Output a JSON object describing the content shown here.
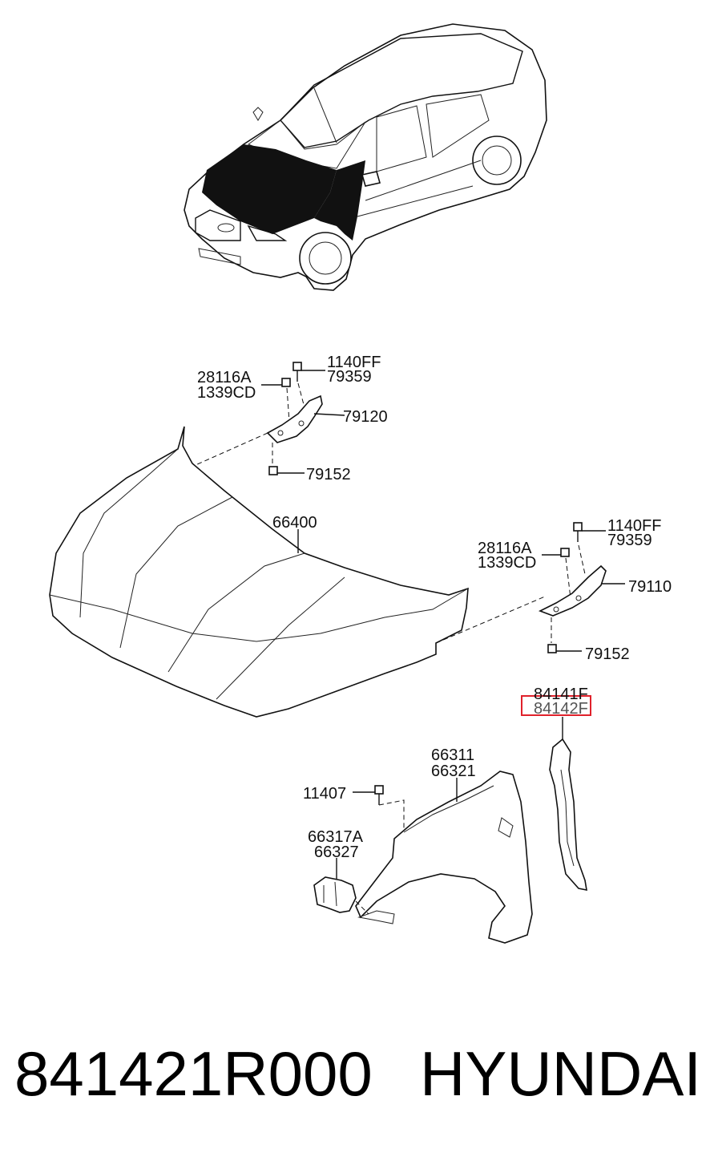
{
  "labels": {
    "hinge_left_bolt_a": "1140FF",
    "hinge_left_bolt_b": "79359",
    "hinge_left_nut_a": "28116A",
    "hinge_left_nut_b": "1339CD",
    "hinge_left": "79120",
    "hinge_left_screw": "79152",
    "hood": "66400",
    "hinge_right_bolt_a": "1140FF",
    "hinge_right_bolt_b": "79359",
    "hinge_right_nut_a": "28116A",
    "hinge_right_nut_b": "1339CD",
    "hinge_right": "79110",
    "hinge_right_screw": "79152",
    "fender_insulator_a": "84141F",
    "fender_insulator_b": "84142F",
    "fender_a": "66311",
    "fender_b": "66321",
    "fender_bolt": "11407",
    "fender_bracket_a": "66317A",
    "fender_bracket_b": "66327"
  },
  "footer": {
    "part_number": "841421R000",
    "brand": "HYUNDAI"
  },
  "colors": {
    "highlight": "#e0212b",
    "highlight_fill": "#fde4e4",
    "ink": "#111111"
  }
}
